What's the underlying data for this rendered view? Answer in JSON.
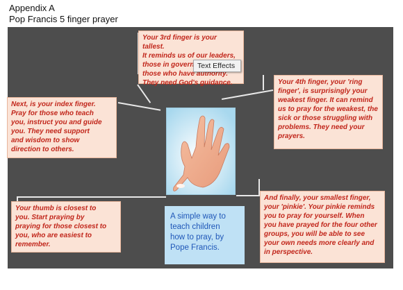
{
  "heading": {
    "line1": "Appendix A",
    "line2": "Pop Francis 5 finger prayer"
  },
  "notes": {
    "middle": "Your 3rd finger is your tallest.\nIt reminds us of our leaders,\nthose in government and\nthose who have authority.\nThey need God's guidance.",
    "index": "Next, is your index finger.\nPray for those who teach\nyou, instruct you and guide\nyou.  They need support\nand wisdom to show\ndirection to others.",
    "ring": "Your 4th finger, your 'ring\nfinger', is surprisingly your\nweakest finger. It can remind\nus to pray for the weakest, the\nsick or those struggling with\nproblems. They need your\nprayers.",
    "thumb": "Your thumb is closest to\nyou.  Start praying by\npraying for those closest to\nyou, who are easiest to\nremember.",
    "pinkie": "And finally, your smallest finger,\nyour 'pinkie'.  Your pinkie reminds\nyou to pray for yourself.  When\nyou have prayed for the four other\ngroups, you will be able to see\nyour own needs more clearly and\nin perspective."
  },
  "caption": "A simple way to\nteach children\nhow to pray, by\nPope Francis.",
  "tooltip": "Text Effects",
  "colors": {
    "note_text": "#c1261b",
    "note_bg": "#fbe3d6",
    "board": "#4d4d4d",
    "caption_text": "#1f57b8"
  }
}
